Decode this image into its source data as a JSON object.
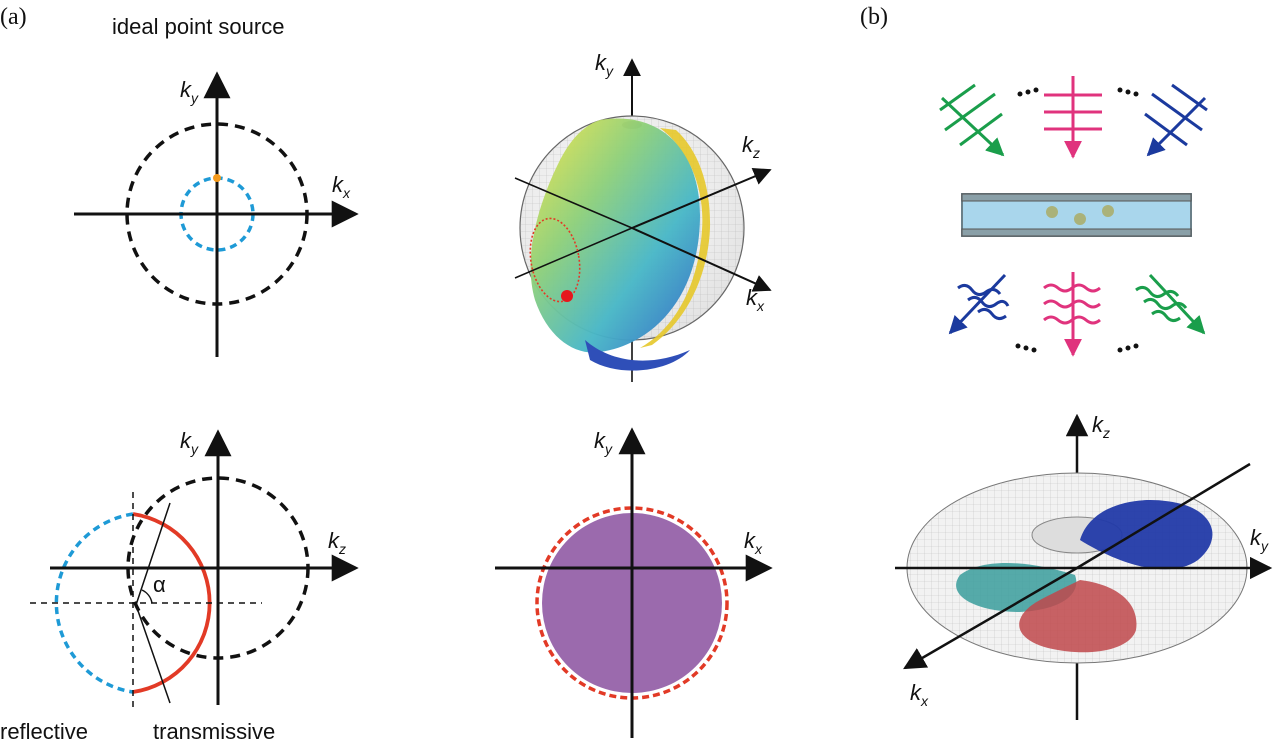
{
  "panel_a": {
    "label": "(a)",
    "title": "ideal point source",
    "top_left": {
      "ky": "k",
      "ky_sub": "y",
      "kx": "k",
      "kx_sub": "x"
    },
    "top_right": {
      "ky": "k",
      "ky_sub": "y",
      "kz": "k",
      "kz_sub": "z",
      "kx": "k",
      "kx_sub": "x"
    },
    "bottom_left": {
      "ky": "k",
      "ky_sub": "y",
      "kz": "k",
      "kz_sub": "z",
      "angle": "α",
      "reflective": "reflective",
      "transmissive": "transmissive"
    },
    "bottom_right": {
      "ky": "k",
      "ky_sub": "y",
      "kx": "k",
      "kx_sub": "x"
    }
  },
  "panel_b": {
    "label": "(b)",
    "bottom": {
      "kz": "k",
      "kz_sub": "z",
      "ky": "k",
      "ky_sub": "y",
      "kx": "k",
      "kx_sub": "x"
    }
  },
  "colors": {
    "black": "#111111",
    "blue_dashed": "#1e9ad6",
    "orange": "#f59a1c",
    "red": "#e23a26",
    "purple": "#9b6aad",
    "green": "#1a9e4b",
    "navy": "#1b3a9e",
    "magenta": "#e0337d",
    "slab": "#a9d6ec"
  }
}
